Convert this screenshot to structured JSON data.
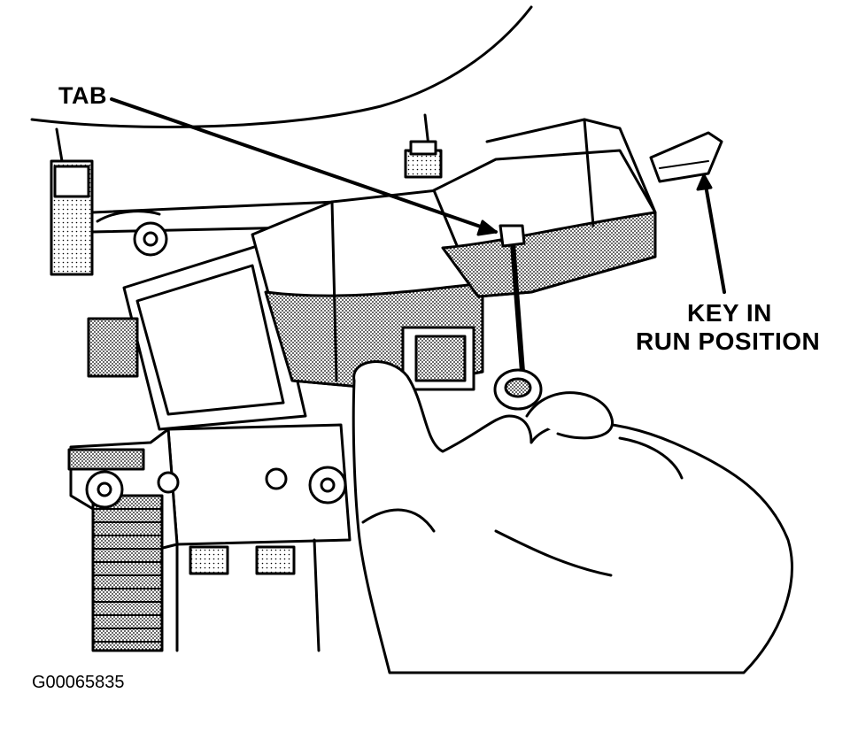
{
  "callouts": {
    "tab": "TAB",
    "key_line_1": "KEY IN",
    "key_line_2": "RUN POSITION"
  },
  "figure_id": "G00065835",
  "colors": {
    "ink": "#000000",
    "paper": "#ffffff",
    "shade": "#9a9a9a"
  }
}
